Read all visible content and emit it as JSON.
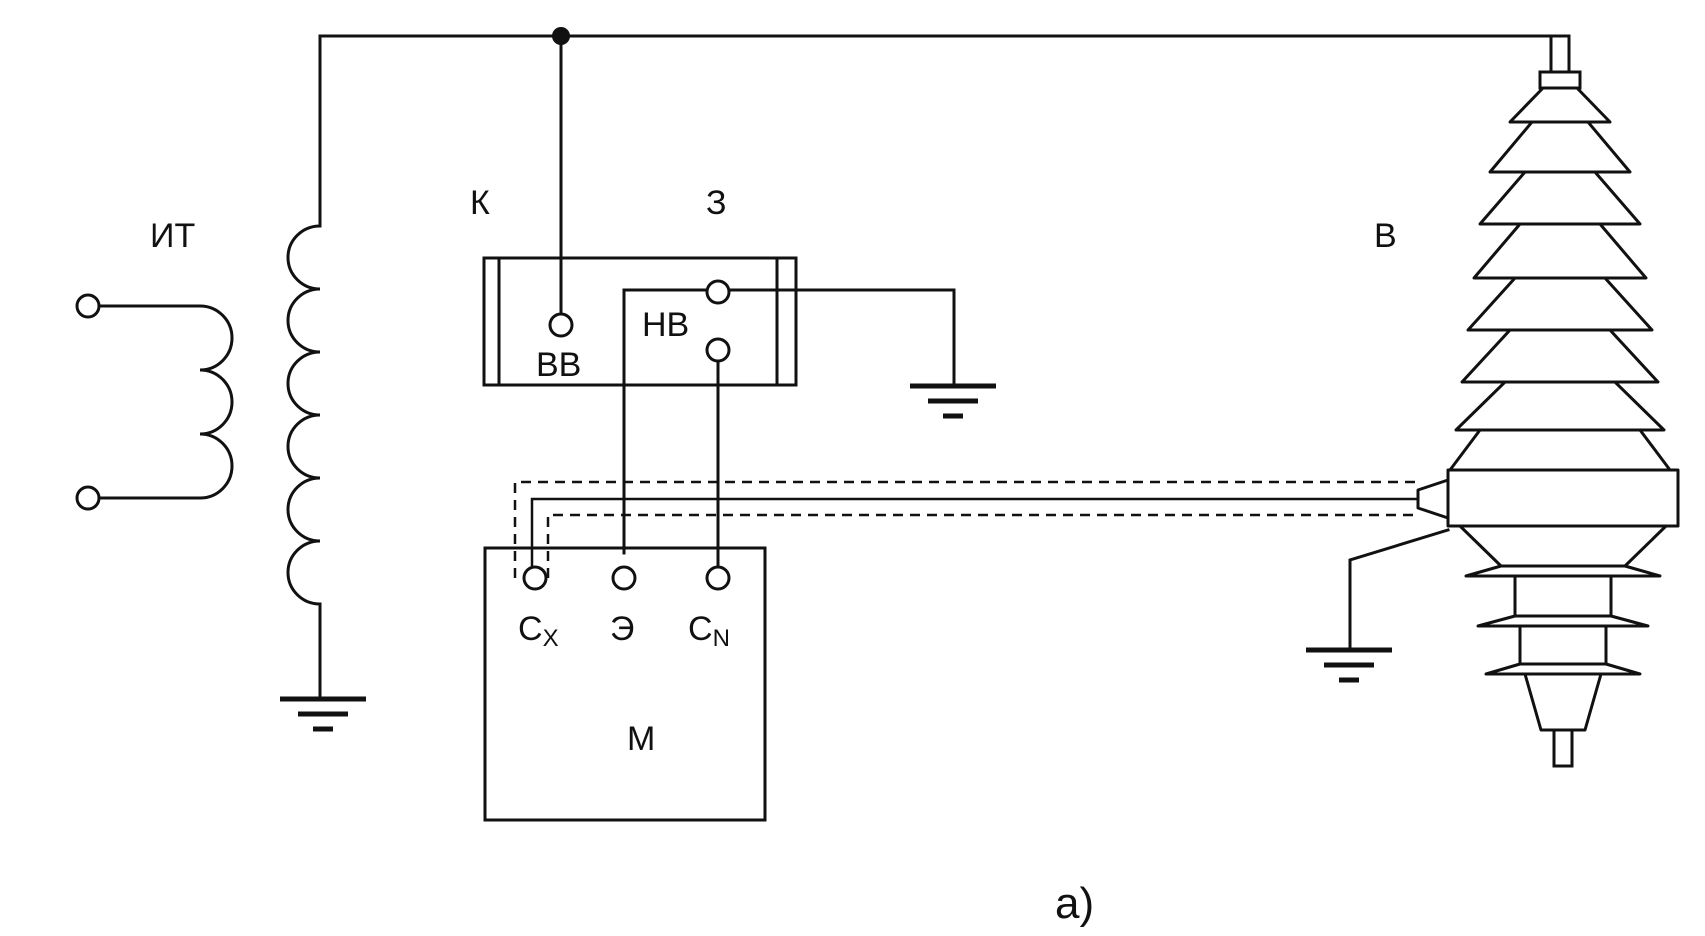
{
  "labels": {
    "transformer": "ИТ",
    "capacitor": "К",
    "screen": "З",
    "bushing": "В",
    "hv_terminal": "ВВ",
    "lv_terminal": "НВ",
    "cx": "C",
    "cx_sub": "X",
    "screen_terminal": "Э",
    "cn": "C",
    "cn_sub": "N",
    "meter": "М",
    "figure_caption": "а)"
  }
}
